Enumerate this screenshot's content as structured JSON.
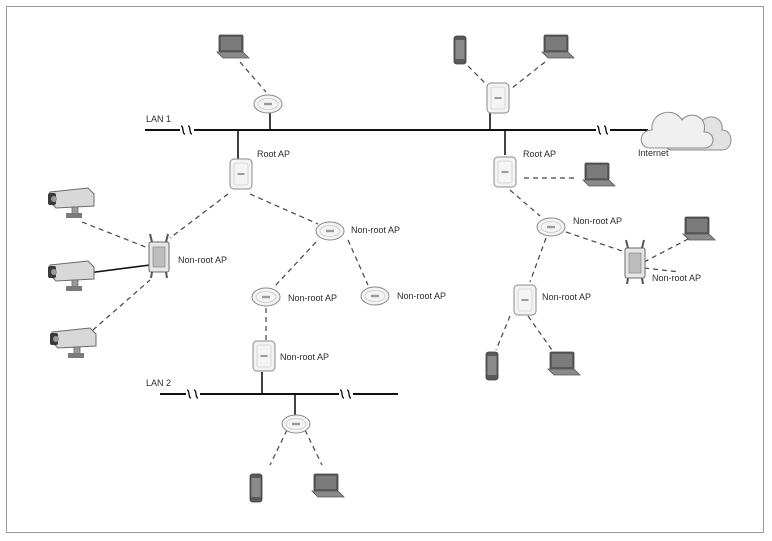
{
  "labels": {
    "lan1": "LAN 1",
    "lan2": "LAN 2",
    "root_ap": "Root AP",
    "non_root_ap": "Non-root AP",
    "internet": "Internet"
  },
  "icons": {
    "ap": "access-point-icon",
    "outdoor_ap": "outdoor-access-point-icon",
    "laptop": "laptop-icon",
    "phone": "smartphone-icon",
    "camera": "security-camera-icon",
    "cloud": "internet-cloud-icon",
    "break": "line-break-symbol"
  },
  "colors": {
    "line": "#111111",
    "device": "#6e6e6e",
    "device_light": "#ececec",
    "frame": "#9a9a9a"
  }
}
